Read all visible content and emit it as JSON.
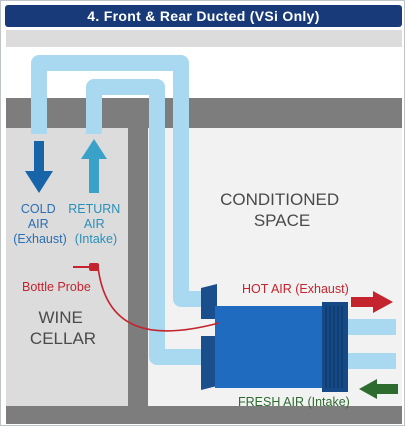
{
  "title": "4. Front & Rear Ducted (VSi Only)",
  "labels": {
    "cold_air": [
      "COLD",
      "AIR",
      "(Exhaust)"
    ],
    "return_air": [
      "RETURN",
      "AIR",
      "(Intake)"
    ],
    "conditioned_space": [
      "CONDITIONED",
      "SPACE"
    ],
    "bottle_probe": "Bottle Probe",
    "wine_cellar": [
      "WINE",
      "CELLAR"
    ],
    "hot_air": "HOT AIR (Exhaust)",
    "fresh_air": "FRESH AIR (Intake)"
  },
  "colors": {
    "title_bg": "#183a78",
    "wall": "#7d7d7d",
    "room": "#dcdcdc",
    "duct": "#a9d9f1",
    "unit": "#1f6bbf",
    "arrow_cold": "#1764a8",
    "arrow_return": "#3aa2c9",
    "arrow_hot": "#c3242e",
    "arrow_fresh": "#2e6b2e",
    "text_blue": "#2a6eb5",
    "text_red": "#c3242e",
    "text_green": "#2e6b2e"
  }
}
